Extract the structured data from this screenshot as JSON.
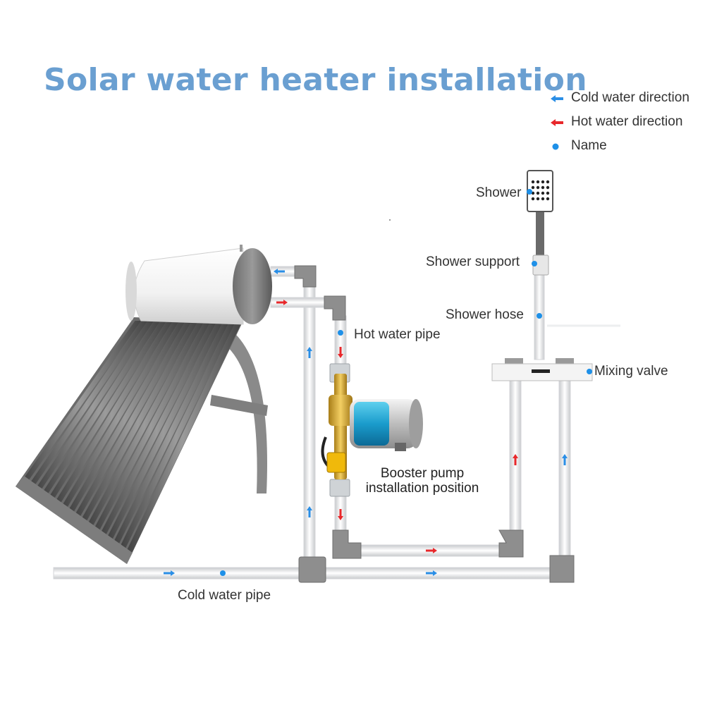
{
  "title": "Solar water heater installation",
  "legend": {
    "cold": "Cold water direction",
    "hot": "Hot water direction",
    "name": "Name"
  },
  "labels": {
    "shower": "Shower",
    "shower_support": "Shower support",
    "shower_hose": "Shower hose",
    "hot_water_pipe": "Hot water pipe",
    "mixing_valve": "Mixing valve",
    "booster_line1": "Booster pump",
    "booster_line2": "installation position",
    "cold_water_pipe": "Cold water pipe"
  },
  "colors": {
    "title": "#6a9fd1",
    "cold_arrow": "#2a8ee6",
    "hot_arrow": "#e8282b",
    "name_dot": "#1e90e8",
    "pipe": "#d9dbde",
    "fitting": "#8a8a8a"
  }
}
